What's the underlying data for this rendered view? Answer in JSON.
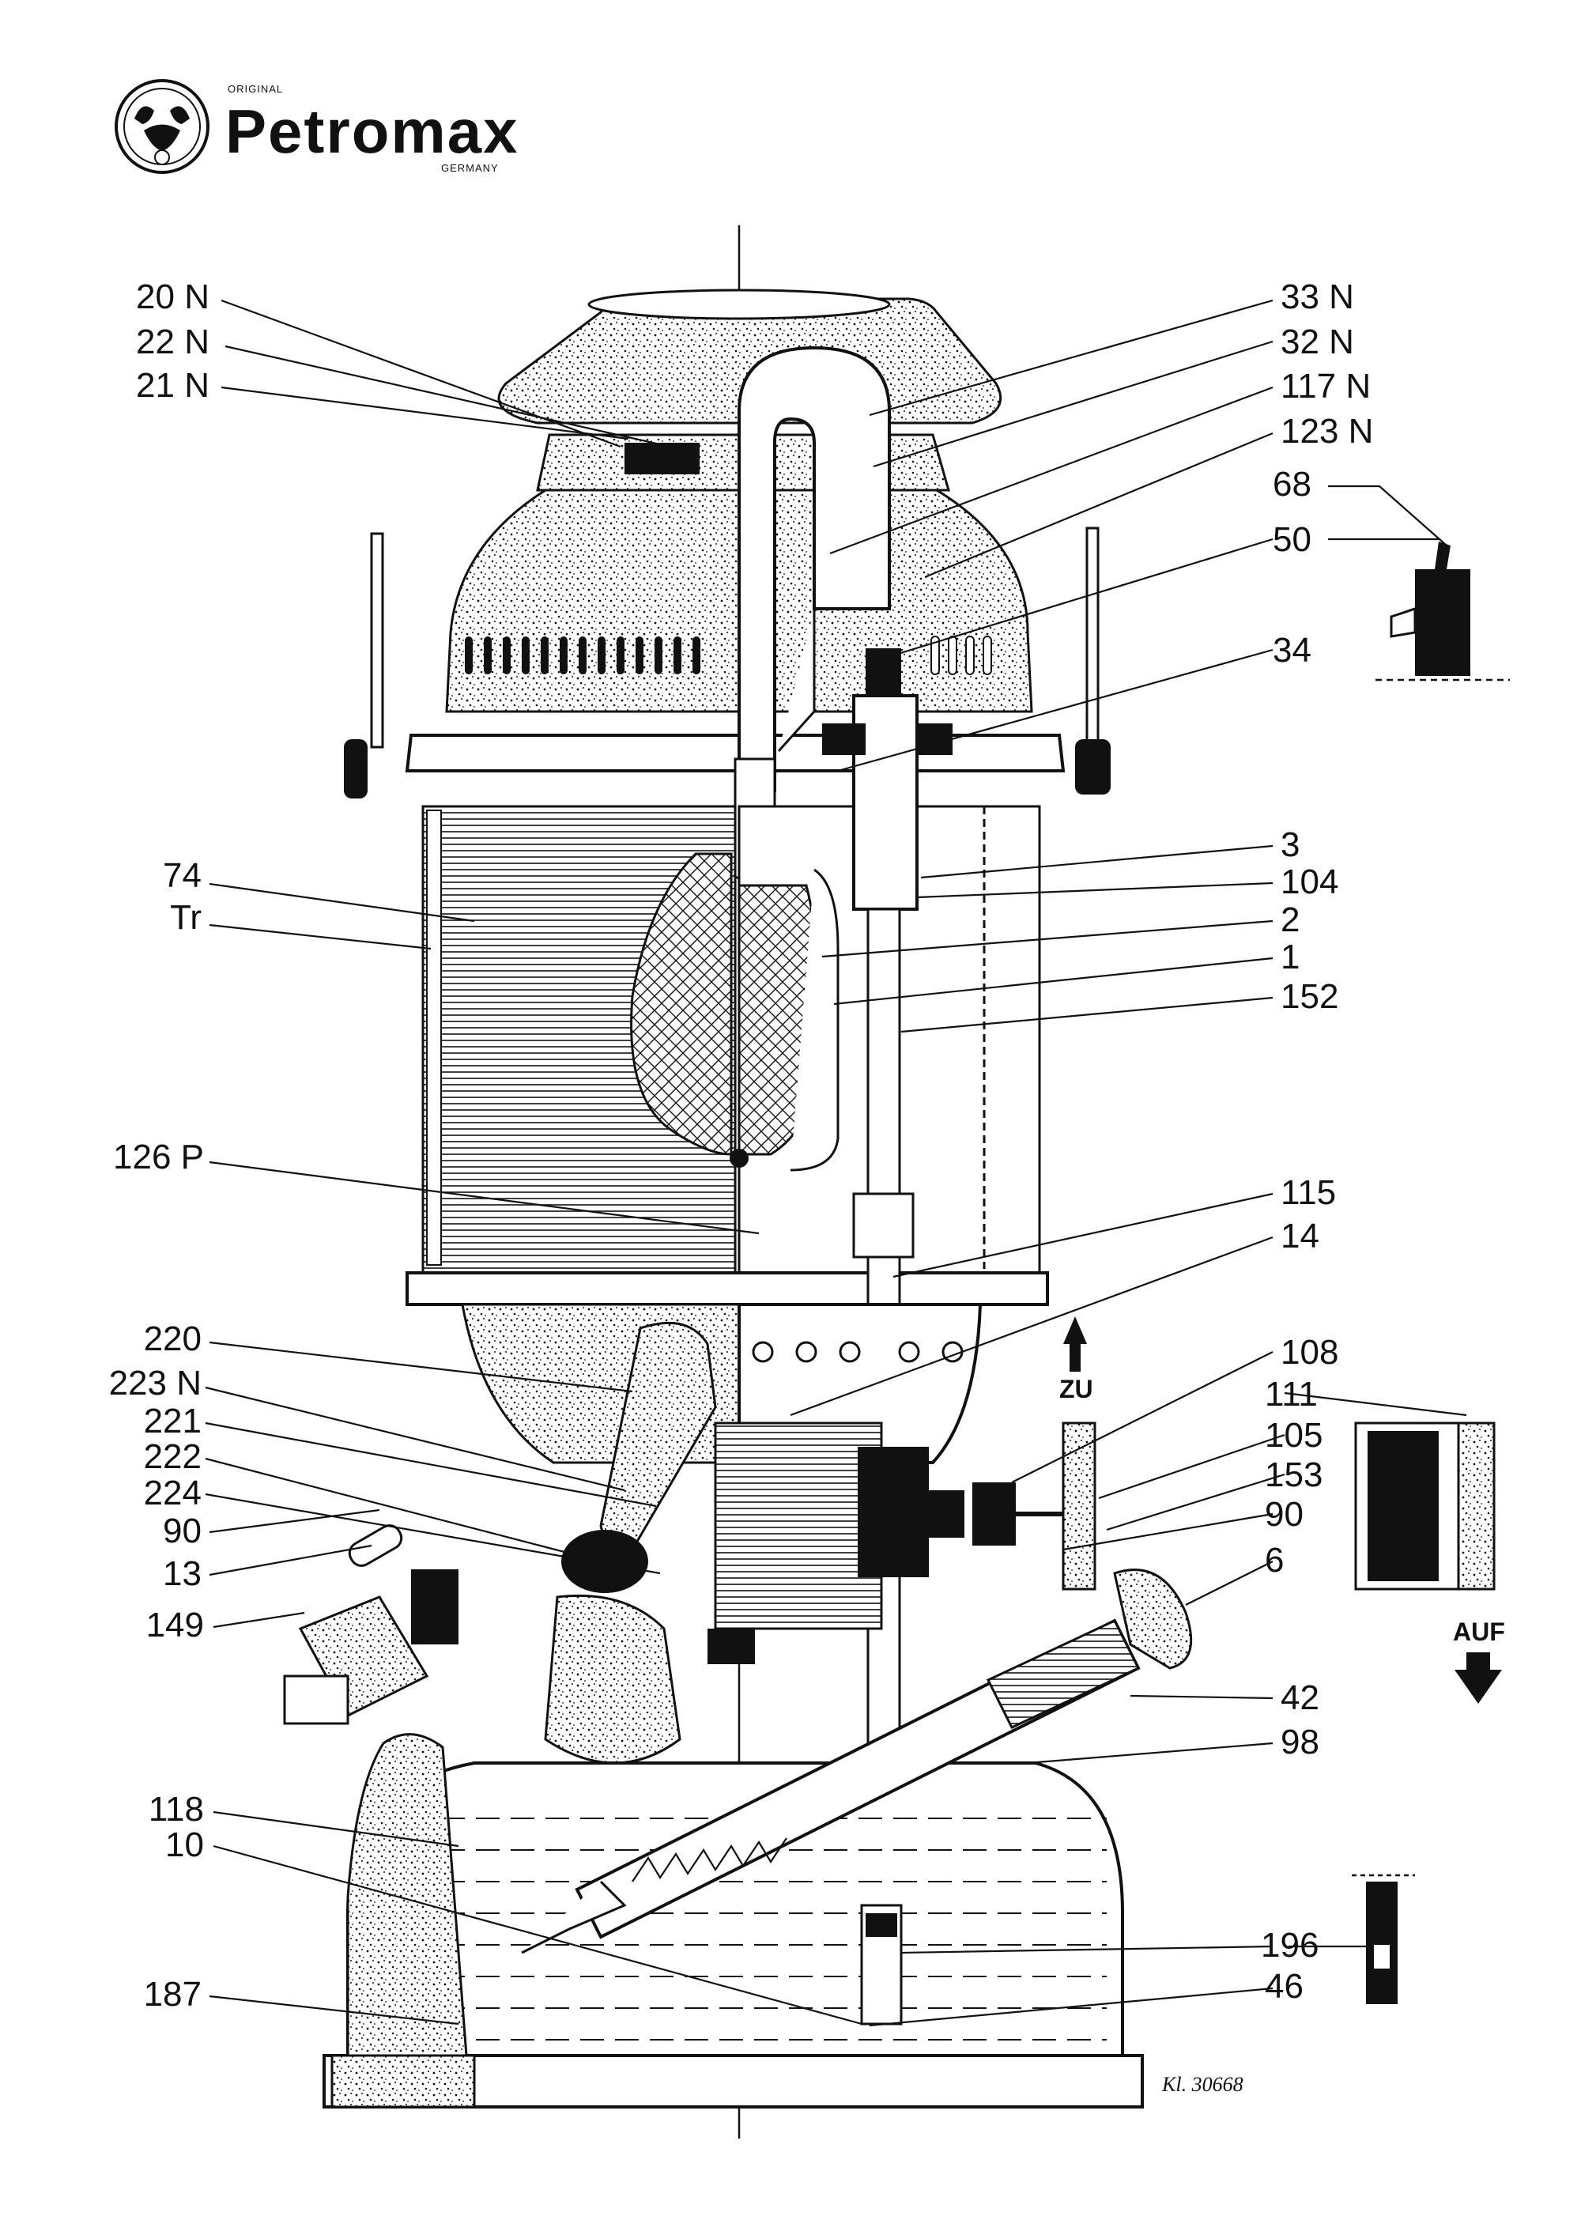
{
  "logo": {
    "top_text": "ORIGINAL",
    "brand": "Petromax",
    "bottom_text": "GERMANY"
  },
  "callouts_left": [
    "20 N",
    "22 N",
    "21 N",
    "74",
    "Tr",
    "126 P",
    "220",
    "223 N",
    "221",
    "222",
    "224",
    "90",
    "13",
    "149",
    "118",
    "10",
    "187"
  ],
  "callouts_right": [
    "33 N",
    "32 N",
    "117 N",
    "123 N",
    "68",
    "50",
    "34",
    "3",
    "104",
    "2",
    "1",
    "152",
    "115",
    "14",
    "108",
    "111",
    "105",
    "153",
    "90",
    "6",
    "42",
    "98",
    "196",
    "46"
  ],
  "directions": {
    "close": "ZU",
    "open": "AUF"
  },
  "signature": "Kl. 30668",
  "colors": {
    "ink": "#111111",
    "paper": "#ffffff"
  }
}
